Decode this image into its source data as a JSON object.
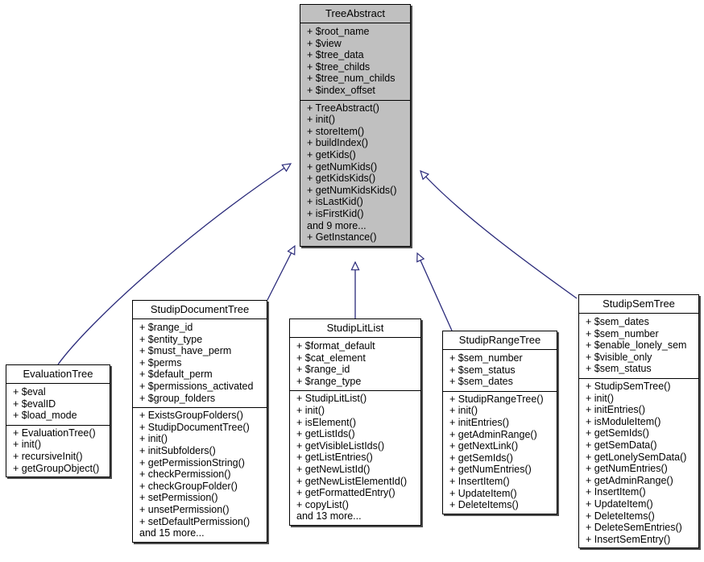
{
  "diagram": {
    "type": "uml-class-inheritance",
    "title": "TreeAbstract class hierarchy",
    "line_color": "#2a2a7a",
    "root_fill": "#c0c0c0",
    "class_fill": "#ffffff",
    "border_color": "#000000",
    "shadow_color": "#4d4d4d"
  },
  "classes": [
    {
      "id": "tree-abstract",
      "name": "TreeAbstract",
      "attributes": [
        "+ $root_name",
        "+ $view",
        "+ $tree_data",
        "+ $tree_childs",
        "+ $tree_num_childs",
        "+ $index_offset"
      ],
      "operations": [
        "+ TreeAbstract()",
        "+ init()",
        "+ storeItem()",
        "+ buildIndex()",
        "+ getKids()",
        "+ getNumKids()",
        "+ getKidsKids()",
        "+ getNumKidsKids()",
        "+ isLastKid()",
        "+ isFirstKid()",
        "and 9 more...",
        "+ GetInstance()"
      ]
    },
    {
      "id": "evaluation-tree",
      "name": "EvaluationTree",
      "attributes": [
        "+ $eval",
        "+ $evalID",
        "+ $load_mode"
      ],
      "operations": [
        "+ EvaluationTree()",
        "+ init()",
        "+ recursiveInit()",
        "+ getGroupObject()"
      ]
    },
    {
      "id": "studip-document-tree",
      "name": "StudipDocumentTree",
      "attributes": [
        "+ $range_id",
        "+ $entity_type",
        "+ $must_have_perm",
        "+ $perms",
        "+ $default_perm",
        "+ $permissions_activated",
        "+ $group_folders"
      ],
      "operations": [
        "+ ExistsGroupFolders()",
        "+ StudipDocumentTree()",
        "+ init()",
        "+ initSubfolders()",
        "+ getPermissionString()",
        "+ checkPermission()",
        "+ checkGroupFolder()",
        "+ setPermission()",
        "+ unsetPermission()",
        "+ setDefaultPermission()",
        "and 15 more..."
      ]
    },
    {
      "id": "studip-lit-list",
      "name": "StudipLitList",
      "attributes": [
        "+ $format_default",
        "+ $cat_element",
        "+ $range_id",
        "+ $range_type"
      ],
      "operations": [
        "+ StudipLitList()",
        "+ init()",
        "+ isElement()",
        "+ getListIds()",
        "+ getVisibleListIds()",
        "+ getListEntries()",
        "+ getNewListId()",
        "+ getNewListElementId()",
        "+ getFormattedEntry()",
        "+ copyList()",
        "and 13 more..."
      ]
    },
    {
      "id": "studip-range-tree",
      "name": "StudipRangeTree",
      "attributes": [
        "+ $sem_number",
        "+ $sem_status",
        "+ $sem_dates"
      ],
      "operations": [
        "+ StudipRangeTree()",
        "+ init()",
        "+ initEntries()",
        "+ getAdminRange()",
        "+ getNextLink()",
        "+ getSemIds()",
        "+ getNumEntries()",
        "+ InsertItem()",
        "+ UpdateItem()",
        "+ DeleteItems()"
      ]
    },
    {
      "id": "studip-sem-tree",
      "name": "StudipSemTree",
      "attributes": [
        "+ $sem_dates",
        "+ $sem_number",
        "+ $enable_lonely_sem",
        "+ $visible_only",
        "+ $sem_status"
      ],
      "operations": [
        "+ StudipSemTree()",
        "+ init()",
        "+ initEntries()",
        "+ isModuleItem()",
        "+ getSemIds()",
        "+ getSemData()",
        "+ getLonelySemData()",
        "+ getNumEntries()",
        "+ getAdminRange()",
        "+ InsertItem()",
        "+ UpdateItem()",
        "+ DeleteItems()",
        "+ DeleteSemEntries()",
        "+ InsertSemEntry()"
      ]
    }
  ],
  "relationships": [
    {
      "from": "EvaluationTree",
      "to": "TreeAbstract",
      "kind": "generalization"
    },
    {
      "from": "StudipDocumentTree",
      "to": "TreeAbstract",
      "kind": "generalization"
    },
    {
      "from": "StudipLitList",
      "to": "TreeAbstract",
      "kind": "generalization"
    },
    {
      "from": "StudipRangeTree",
      "to": "TreeAbstract",
      "kind": "generalization"
    },
    {
      "from": "StudipSemTree",
      "to": "TreeAbstract",
      "kind": "generalization"
    }
  ]
}
